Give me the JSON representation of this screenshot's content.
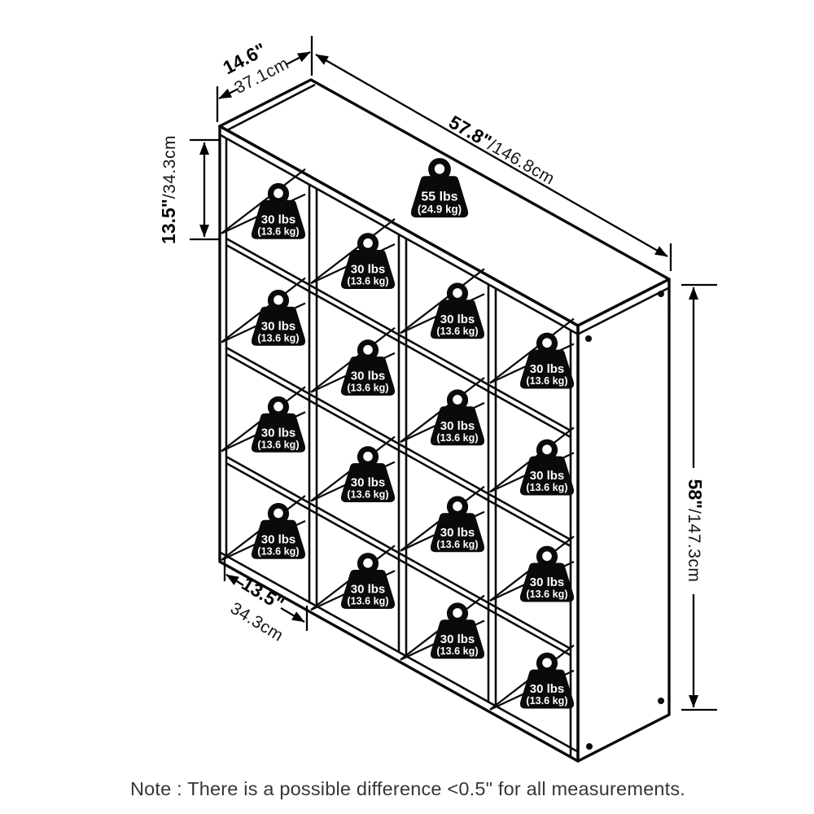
{
  "dimensions": {
    "depth": {
      "inches": "14.6\"",
      "cm": "37.1cm"
    },
    "width": {
      "inches": "57.8\"",
      "cm": "/146.8cm"
    },
    "cube_height": {
      "inches": "13.5\"",
      "cm": "/34.3cm"
    },
    "height": {
      "inches": "58\"",
      "cm": "/147.3cm"
    },
    "cube_width": {
      "inches": "13.5\"",
      "cm": "34.3cm"
    }
  },
  "weights": {
    "top_surface": {
      "value": "55 lbs",
      "metric": "(24.9 kg)"
    },
    "per_cube": {
      "value": "30 lbs",
      "metric": "(13.6 kg)"
    },
    "cube_rows": 4,
    "cube_cols": 4
  },
  "colors": {
    "line": "#0a0a0a",
    "badge": "#0a0a0a",
    "badge_text": "#ffffff"
  },
  "note": "Note : There is a possible difference <0.5\" for all measurements."
}
